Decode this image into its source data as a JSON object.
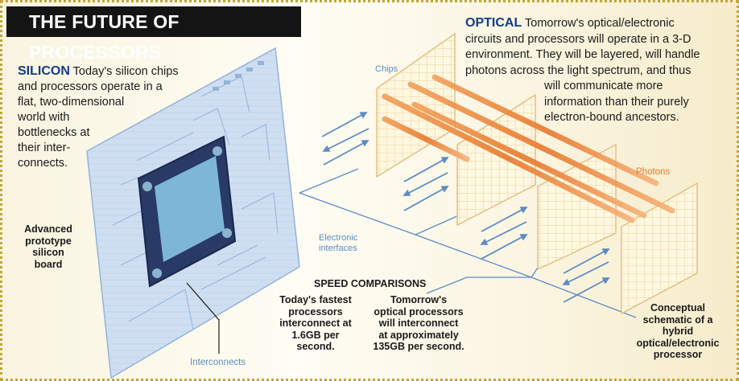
{
  "title": "THE FUTURE OF PROCESSORS",
  "silicon": {
    "heading": "SILICON",
    "lines": [
      "Today's silicon chips",
      "and processors operate in a",
      "flat, two-dimensional",
      "world with",
      "bottlenecks at",
      "their inter-",
      "connects."
    ]
  },
  "optical": {
    "heading": "OPTICAL",
    "lines": [
      "Tomorrow's optical/electronic",
      "circuits and processors will operate in a 3-D",
      "environment. They will be layered, will handle",
      "photons across the light spectrum, and thus",
      "will communicate more",
      "information than their purely",
      "electron-bound ancestors."
    ]
  },
  "labels": {
    "chips": "Chips",
    "photons": "Photons",
    "electronic_interfaces": [
      "Electronic",
      "interfaces"
    ],
    "board": [
      "Advanced",
      "prototype",
      "silicon",
      "board"
    ],
    "interconnects": "Interconnects",
    "conceptual": [
      "Conceptual",
      "schematic of a",
      "hybrid",
      "optical/electronic",
      "processor"
    ]
  },
  "speed": {
    "heading": "SPEED COMPARISONS",
    "today": [
      "Today's fastest",
      "processors",
      "interconnect at",
      "1.6GB per",
      "second."
    ],
    "tomorrow": [
      "Tomorrow's",
      "optical processors",
      "will interconnect",
      "at approximately",
      "135GB per second."
    ]
  },
  "colors": {
    "title_bg": "#141414",
    "accent_blue": "#123c8c",
    "board": "#cfdff1",
    "chip": "#2a3a66",
    "photon": "#e8792c",
    "wire": "#5b8bc6"
  }
}
